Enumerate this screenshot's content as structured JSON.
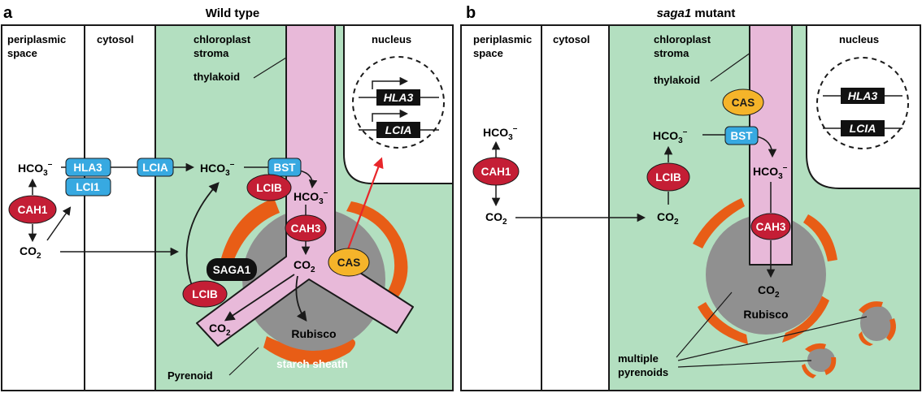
{
  "colors": {
    "stroke": "#1a1a1a",
    "chloroplast": "#b3dfc0",
    "thylakoid": "#e8b9d9",
    "pyrenoid": "#909090",
    "starch": "#e85d16",
    "blue_protein": "#37a9e1",
    "red_protein": "#c41e35",
    "orange_protein": "#f5b42a",
    "black_protein": "#111111",
    "red_arrow": "#e8262a"
  },
  "panel_a": {
    "letter": "a",
    "title": "Wild type",
    "regions": {
      "periplasmic_1": "periplasmic",
      "periplasmic_2": "space",
      "cytosol": "cytosol",
      "chloroplast_1": "chloroplast",
      "chloroplast_2": "stroma",
      "thylakoid": "thylakoid",
      "nucleus": "nucleus"
    },
    "proteins": {
      "hla3": "HLA3",
      "lci1": "LCI1",
      "lcia": "LCIA",
      "bst": "BST",
      "lcib_top": "LCIB",
      "lcib_bottom": "LCIB",
      "cah1": "CAH1",
      "cah3": "CAH3",
      "cas": "CAS",
      "saga1": "SAGA1"
    },
    "genes": {
      "hla3": "HLA3",
      "lcia": "LCIA"
    },
    "chem": {
      "hco3": "HCO",
      "hco3_sub": "3",
      "hco3_sup": "–",
      "co2": "CO",
      "co2_sub": "2"
    },
    "labels": {
      "rubisco": "Rubisco",
      "starch_sheath": "starch sheath",
      "pyrenoid": "Pyrenoid"
    }
  },
  "panel_b": {
    "letter": "b",
    "title_gene": "saga1",
    "title_rest": " mutant",
    "regions": {
      "periplasmic_1": "periplasmic",
      "periplasmic_2": "space",
      "cytosol": "cytosol",
      "chloroplast_1": "chloroplast",
      "chloroplast_2": "stroma",
      "thylakoid": "thylakoid",
      "nucleus": "nucleus"
    },
    "proteins": {
      "cas": "CAS",
      "bst": "BST",
      "lcib": "LCIB",
      "cah1": "CAH1",
      "cah3": "CAH3"
    },
    "genes": {
      "hla3": "HLA3",
      "lcia": "LCIA"
    },
    "chem": {
      "hco3": "HCO",
      "hco3_sub": "3",
      "hco3_sup": "–",
      "co2": "CO",
      "co2_sub": "2"
    },
    "labels": {
      "rubisco": "Rubisco",
      "multiple_1": "multiple",
      "multiple_2": "pyrenoids"
    }
  }
}
